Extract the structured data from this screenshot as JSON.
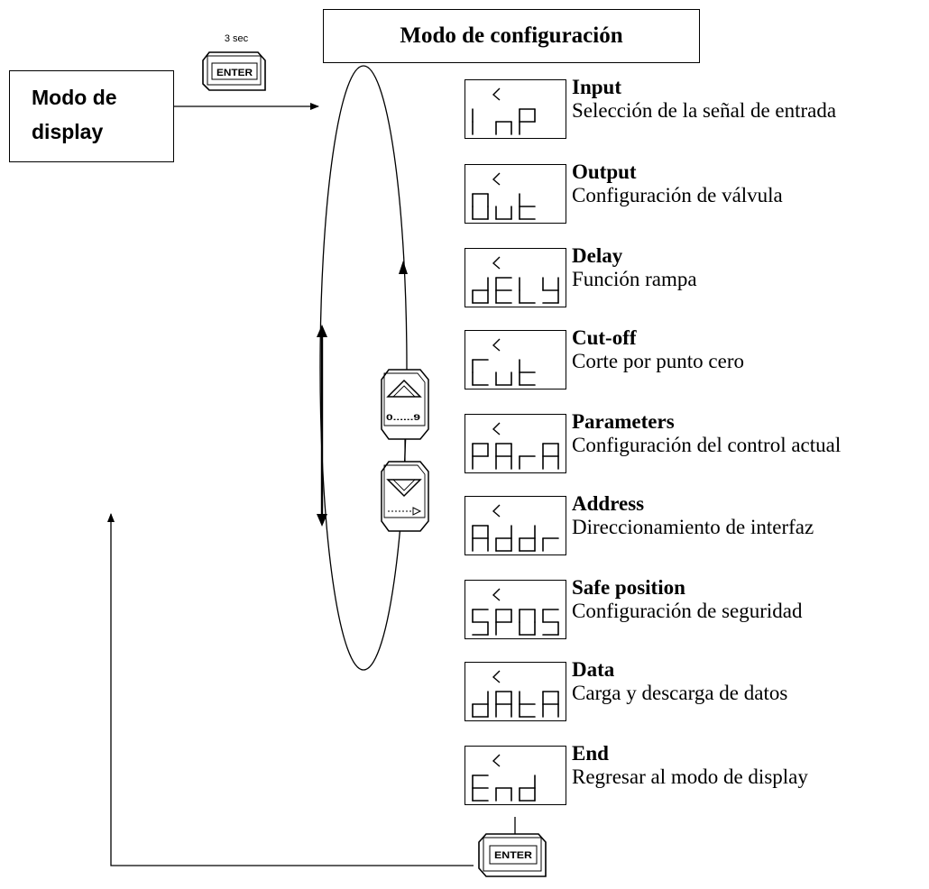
{
  "header": {
    "title": "Modo de configuración"
  },
  "display_mode": {
    "line1": "Modo de",
    "line2": "display"
  },
  "enter_key": {
    "label": "ENTER",
    "hold_time": "3 sec"
  },
  "nav_keys": {
    "up_range": "0......9"
  },
  "menu": [
    {
      "code": "InP",
      "title": "Input",
      "desc": "Selección de la señal de entrada"
    },
    {
      "code": "Out",
      "title": "Output",
      "desc": "Configuración de válvula"
    },
    {
      "code": "dELY",
      "title": "Delay",
      "desc": "Función rampa"
    },
    {
      "code": "Cut",
      "title": "Cut-off",
      "desc": "Corte por punto cero"
    },
    {
      "code": "PArA",
      "title": "Parameters",
      "desc": "Configuración del control actual"
    },
    {
      "code": "Addr",
      "title": "Address",
      "desc": "Direccionamiento de interfaz"
    },
    {
      "code": "SPOS",
      "title": "Safe position",
      "desc": "Configuración de seguridad"
    },
    {
      "code": "dAtA",
      "title": "Data",
      "desc": "Carga y descarga de datos"
    },
    {
      "code": "End",
      "title": "End",
      "desc": "Regresar al modo de display"
    }
  ]
}
